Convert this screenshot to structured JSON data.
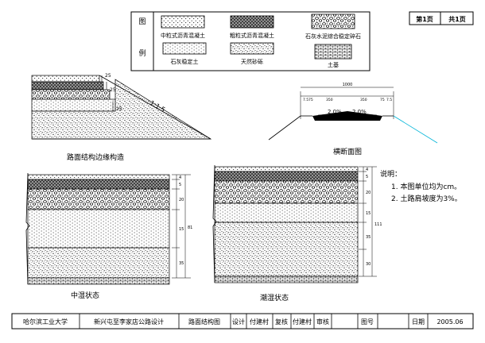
{
  "page_info": {
    "sheet_label": "第1页",
    "total_label": "共1页"
  },
  "legend": {
    "title_top": "图",
    "title_bottom": "例",
    "items": [
      {
        "key": "fine_asphalt",
        "label": "中粒式沥青混凝土"
      },
      {
        "key": "coarse_asphalt",
        "label": "粗粒式沥青混凝土"
      },
      {
        "key": "cement_stone",
        "label": "石灰水泥综合稳定碎石"
      },
      {
        "key": "lime_soil",
        "label": "石灰稳定土"
      },
      {
        "key": "sand_gravel",
        "label": "天然砂砾"
      },
      {
        "key": "subgrade",
        "label": "土基"
      }
    ]
  },
  "edge_detail": {
    "caption": "路面结构边缘构造",
    "slope_label": "1:1.5",
    "dims": [
      "25",
      "25",
      "25"
    ]
  },
  "cross_section": {
    "caption": "横断面图",
    "total_width": "1000",
    "segments": [
      "7.5",
      "75",
      "350",
      "350",
      "75",
      "7.5"
    ],
    "left_slope": "2.0%",
    "right_slope": "2.0%"
  },
  "section_mid": {
    "caption": "中湿状态",
    "dims": [
      "4",
      "5",
      "20",
      "15",
      "35",
      "81"
    ]
  },
  "section_wet": {
    "caption": "潮湿状态",
    "dims": [
      "4",
      "5",
      "20",
      "15",
      "35",
      "30",
      "111"
    ]
  },
  "notes": {
    "title": "说明：",
    "lines": [
      "1. 本图单位均为cm。",
      "2. 土路肩坡度为3%。"
    ]
  },
  "title_block": {
    "institution": "哈尔滨工业大学",
    "project": "新兴屯至李家店公路设计",
    "drawing": "路面结构图",
    "design_label": "设计",
    "designer": "付建村",
    "review_label": "复核",
    "reviewer": "付建村",
    "audit_label": "审核",
    "auditor": "",
    "figno_label": "图号",
    "figno": "",
    "date_label": "日期",
    "date": "2005.06"
  },
  "colors": {
    "ink": "#000000",
    "cyan_line": "#00b4d8"
  }
}
